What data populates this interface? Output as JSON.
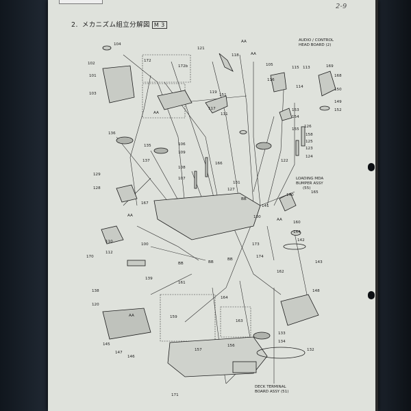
{
  "page": {
    "title_number": "2.",
    "title_text": "メカニズム組立分解図",
    "title_ref": "M 3",
    "handwritten_note": "2-9"
  },
  "board_labels": {
    "audio_control": "AUDIO / CONTROL",
    "head_board": "HEAD BOARD (2)",
    "loading_mda": "LOADING MDA",
    "bumper_assy": "BUMPER ASSY",
    "bumper_ref": "(55)",
    "deck_terminal": "DECK TERMINAL",
    "board_assy": "BOARD ASSY (51)"
  },
  "part_numbers": [
    "104",
    "102",
    "101",
    "103",
    "121",
    "118",
    "172",
    "172b",
    "115",
    "114",
    "113",
    "105",
    "169",
    "116",
    "168",
    "150",
    "149",
    "152",
    "119",
    "151",
    "153",
    "154",
    "126",
    "158",
    "125",
    "123",
    "124",
    "136",
    "135",
    "137",
    "106",
    "109",
    "107",
    "108",
    "166",
    "127",
    "129",
    "128",
    "167",
    "131",
    "140",
    "141",
    "165",
    "170",
    "110",
    "112",
    "130",
    "173",
    "143",
    "160",
    "139",
    "138",
    "164",
    "162",
    "161",
    "120",
    "145",
    "147",
    "146",
    "157",
    "156",
    "134",
    "133",
    "132",
    "171",
    "148",
    "144",
    "174",
    "163",
    "155",
    "159",
    "111",
    "142",
    "117",
    "100",
    "122",
    "AA",
    "AA",
    "AA",
    "AA",
    "AA",
    "AA",
    "BB",
    "BB",
    "BB",
    "BB"
  ]
}
